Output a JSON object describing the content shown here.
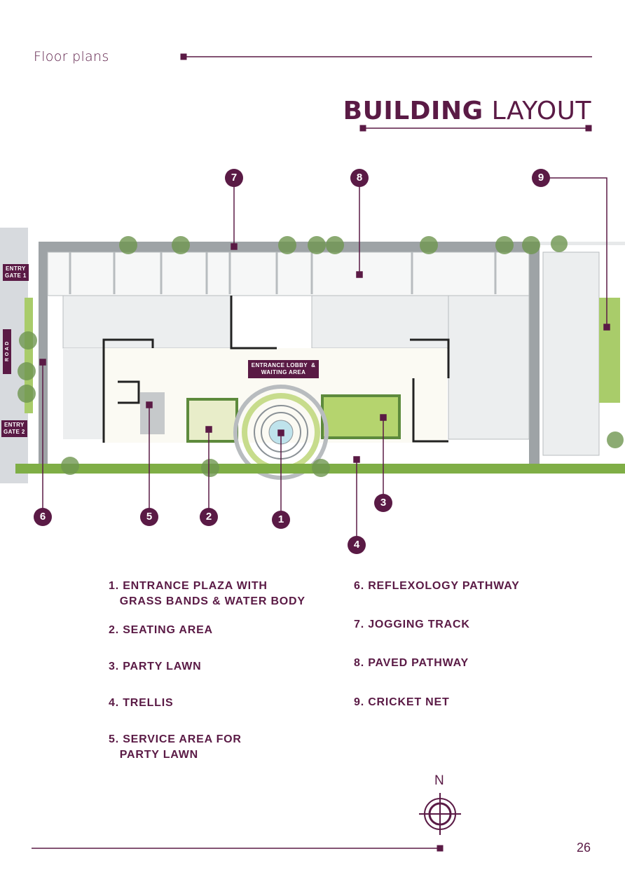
{
  "header": {
    "section": "Floor plans",
    "title_bold": "BUILDING",
    "title_light": "LAYOUT"
  },
  "plan": {
    "tags": {
      "entry_gate_1": "ENTRY\nGATE 1",
      "entry_gate_2": "ENTRY\nGATE 2",
      "road": "R O A D",
      "lobby": "ENTRANCE LOBBY  &\nWAITING AREA"
    },
    "markers": [
      "1",
      "2",
      "3",
      "4",
      "5",
      "6",
      "7",
      "8",
      "9"
    ]
  },
  "legend": {
    "items": [
      "1. ENTRANCE PLAZA WITH\n   GRASS BANDS & WATER BODY",
      "2. SEATING AREA",
      "3. PARTY LAWN",
      "4. TRELLIS",
      "5. SERVICE AREA FOR\n   PARTY LAWN",
      "6. REFLEXOLOGY PATHWAY",
      "7. JOGGING TRACK",
      "8. PAVED PATHWAY",
      "9. CRICKET NET"
    ]
  },
  "compass": {
    "north": "N"
  },
  "footer": {
    "page": "26"
  },
  "colors": {
    "accent": "#5a1a45",
    "grass": "#a9cc6a",
    "pavement": "#9ea3a6"
  }
}
